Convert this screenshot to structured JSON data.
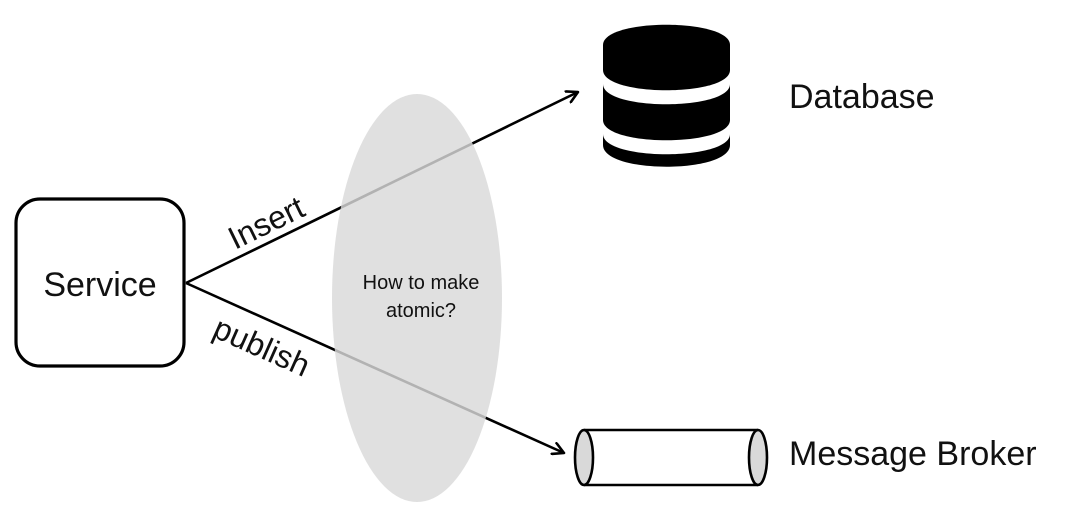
{
  "diagram": {
    "title": "Dual write atomicity problem",
    "nodes": {
      "service": {
        "label": "Service",
        "shape": "rounded-rectangle"
      },
      "database": {
        "label": "Database",
        "icon": "database-icon"
      },
      "broker": {
        "label": "Message Broker",
        "icon": "queue-cylinder-icon"
      }
    },
    "edges": [
      {
        "from": "service",
        "to": "database",
        "label": "Insert"
      },
      {
        "from": "service",
        "to": "broker",
        "label": "publish"
      }
    ],
    "question": {
      "line1": "How to make",
      "line2": "atomic?"
    },
    "colors": {
      "stroke": "#000000",
      "ellipse_fill": "#d9d9d9",
      "queue_cap_fill": "#d9d9d9",
      "background": "#ffffff"
    }
  }
}
